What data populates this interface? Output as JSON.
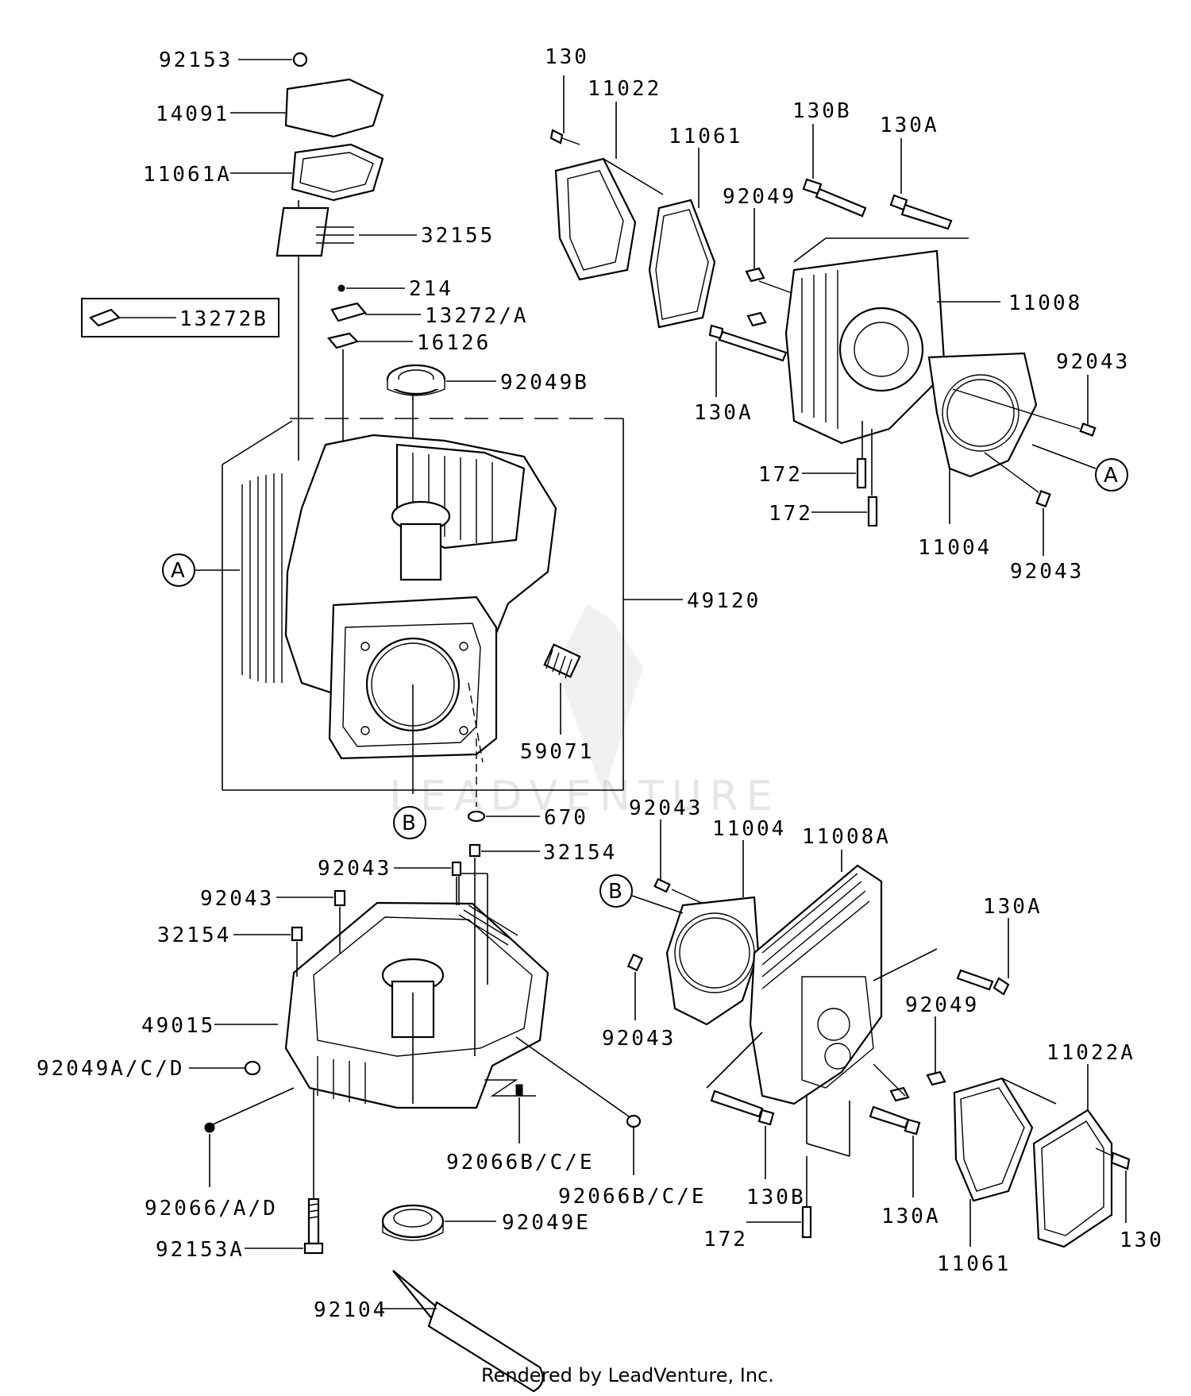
{
  "footer": "Rendered by LeadVenture, Inc.",
  "watermark": "LEADVENTURE",
  "circle_refs": {
    "a": "A",
    "b": "B"
  },
  "labels": {
    "p92153": "92153",
    "p14091": "14091",
    "p11061A": "11061A",
    "p32155": "32155",
    "p214": "214",
    "p13272B": "13272B",
    "p13272A": "13272/A",
    "p16126": "16126",
    "p92049B": "92049B",
    "p49120": "49120",
    "p59071": "59071",
    "p670": "670",
    "p32154a": "32154",
    "p92043a": "92043",
    "p92043b": "92043",
    "p32154b": "32154",
    "p49015": "49015",
    "p92049ACD": "92049A/C/D",
    "p92066ADa": "92066/A/D",
    "p92066BCEa": "92066B/C/E",
    "p92066BCEb": "92066B/C/E",
    "p92153A": "92153A",
    "p92049E": "92049E",
    "p92104": "92104",
    "p130a": "130",
    "p11022": "11022",
    "p11061a": "11061",
    "p130B": "130B",
    "p130A1": "130A",
    "p92049a": "92049",
    "p11008": "11008",
    "p130A2": "130A",
    "p92043c": "92043",
    "p172a": "172",
    "p172b": "172",
    "p11004a": "11004",
    "p92043d": "92043",
    "p92043e": "92043",
    "p11004b": "11004",
    "p11008A": "11008A",
    "p130A3": "130A",
    "p92043f": "92043",
    "p92049b": "92049",
    "p11022A": "11022A",
    "p130B2": "130B",
    "p130A4": "130A",
    "p172c": "172",
    "p11061b": "11061",
    "p130b": "130"
  }
}
